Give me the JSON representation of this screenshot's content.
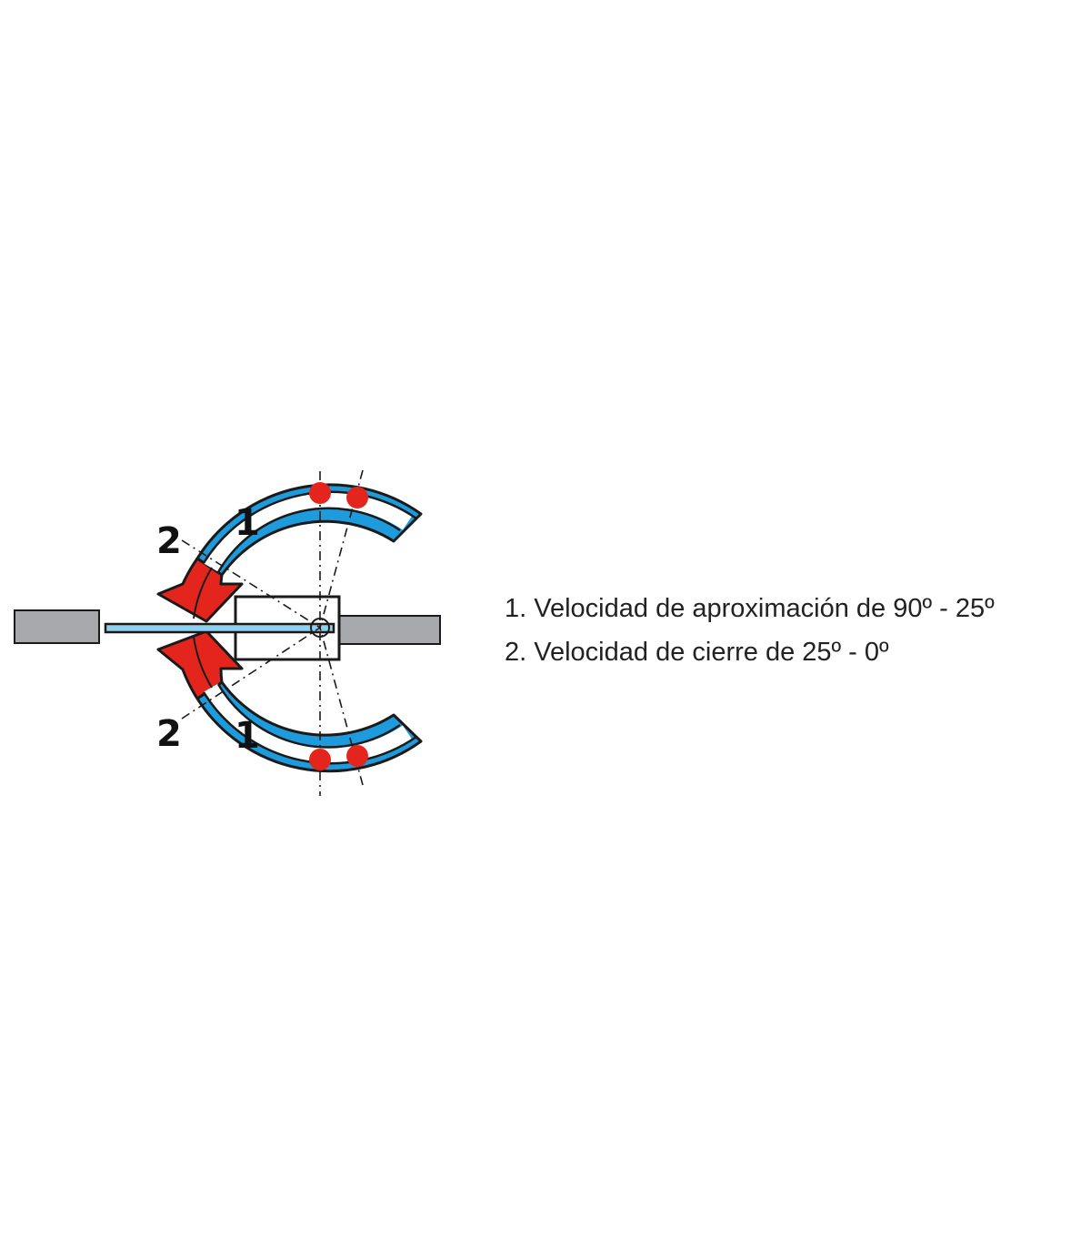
{
  "colors": {
    "blue": "#1E9BDC",
    "red": "#E4251E",
    "gray": "#A6A8AB",
    "light_blue": "#8ED0F0",
    "outline": "#1A1A1A"
  },
  "diagram": {
    "zone_labels": {
      "upper_1": "1",
      "upper_2": "2",
      "lower_1": "1",
      "lower_2": "2"
    }
  },
  "legend": {
    "line1": "1. Velocidad de aproximación de 90º - 25º",
    "line2": "2. Velocidad de cierre de 25º - 0º"
  }
}
